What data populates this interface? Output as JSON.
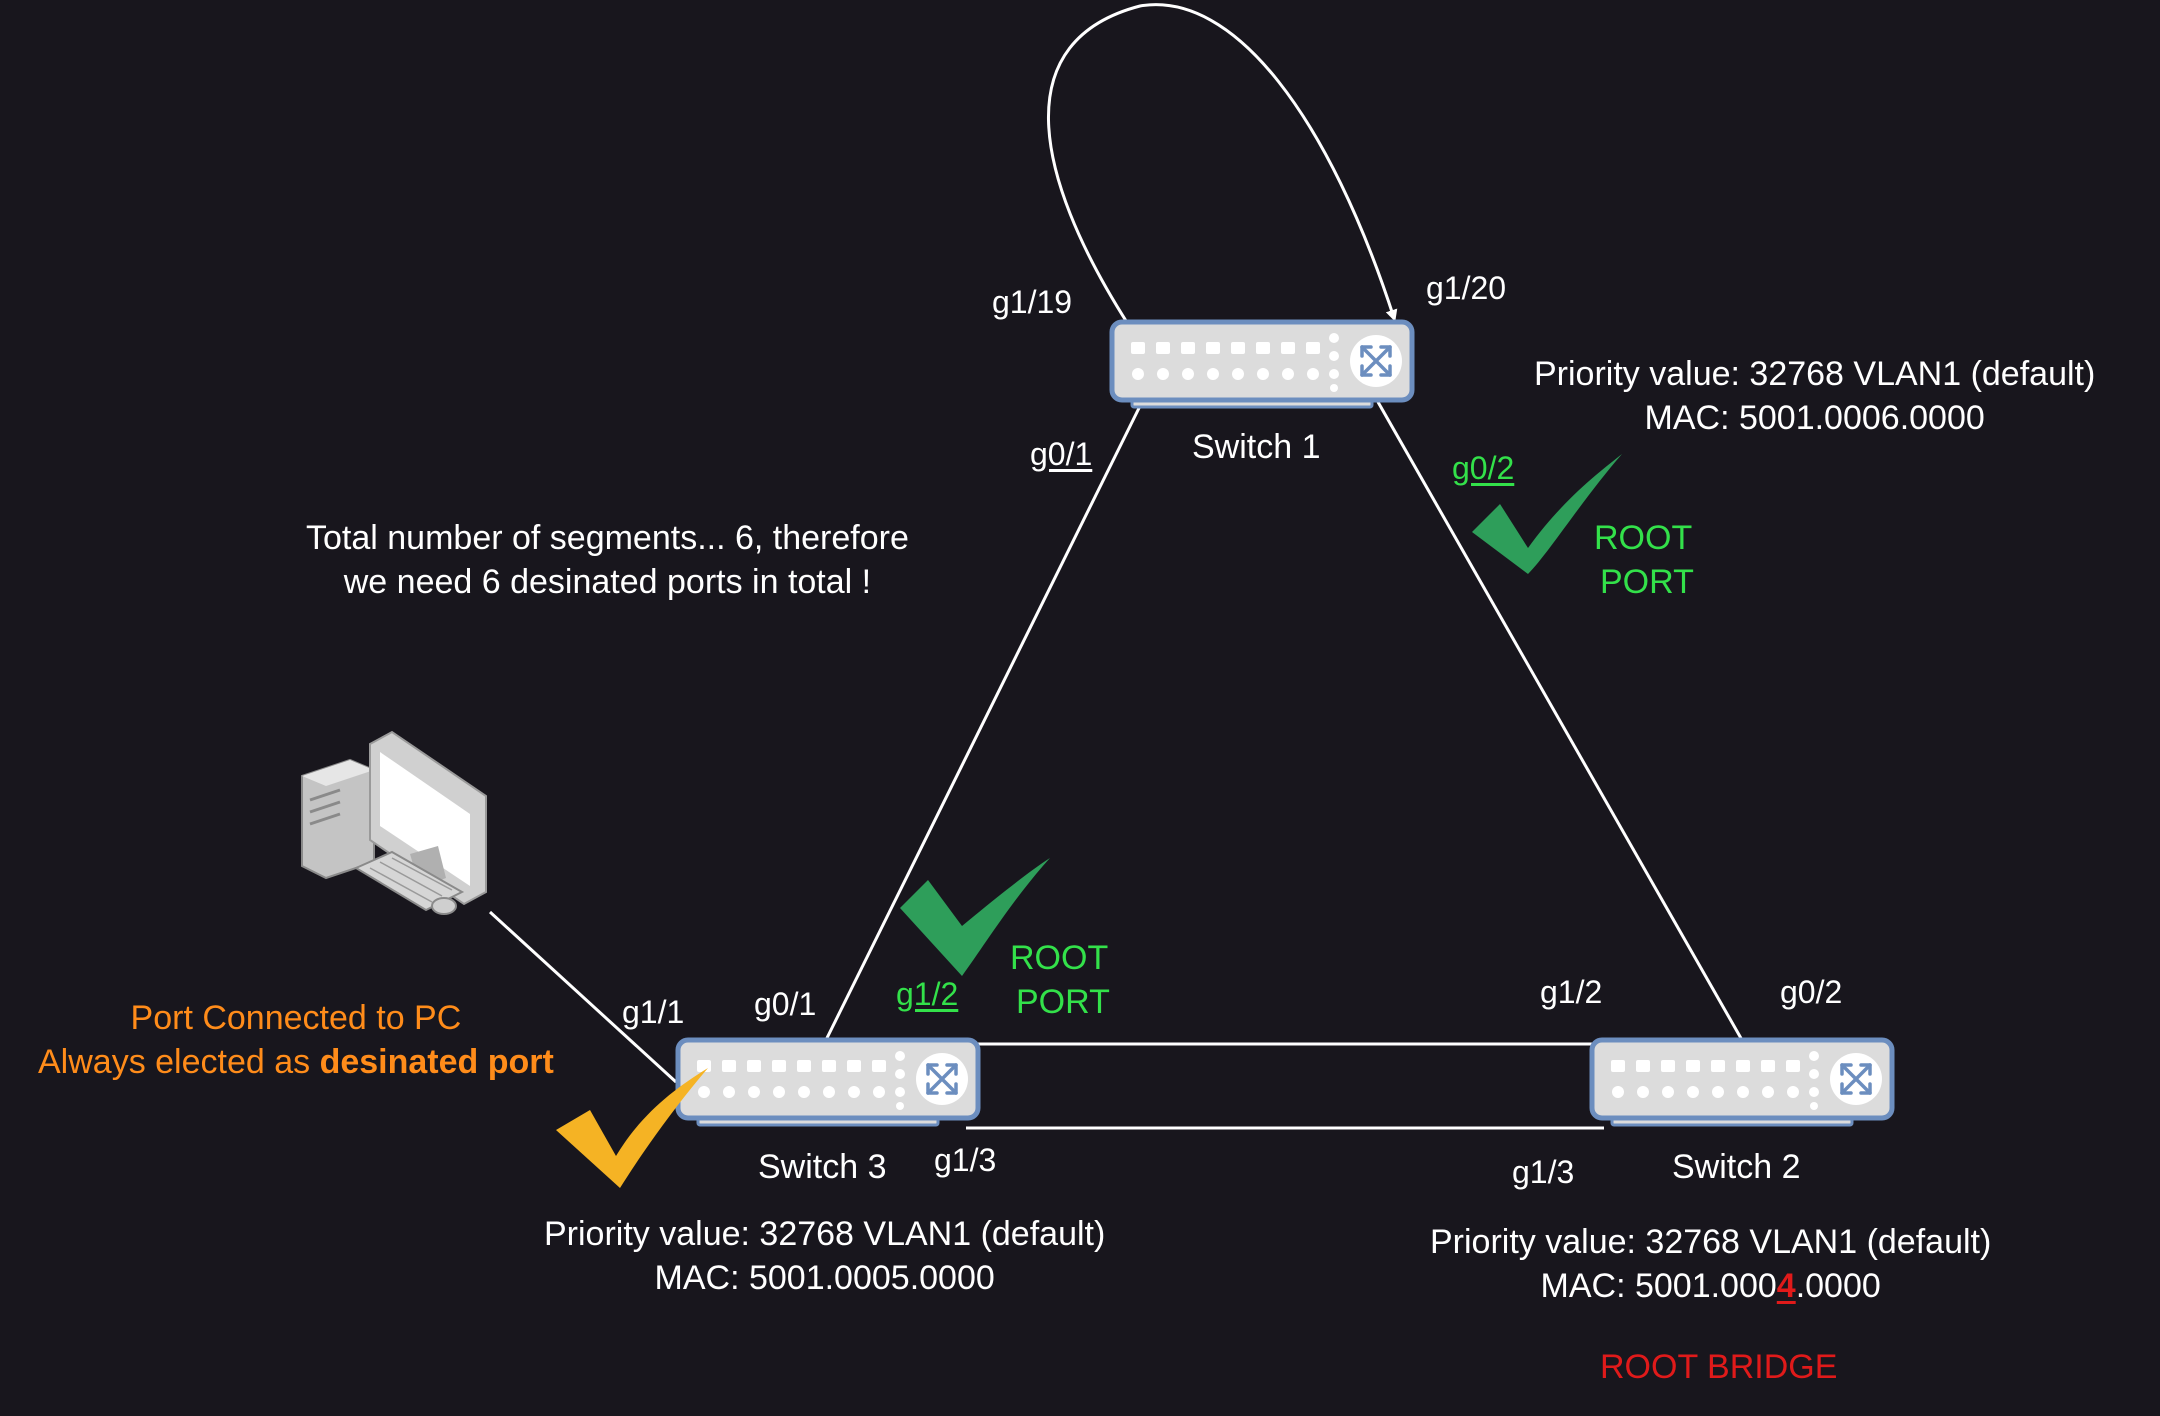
{
  "switches": {
    "s1": {
      "name": "Switch 1",
      "priority": "Priority value: 32768 VLAN1 (default)",
      "mac": "MAC: 5001.0006.0000"
    },
    "s2": {
      "name": "Switch 2",
      "priority": "Priority value: 32768 VLAN1 (default)",
      "mac_prefix": "MAC: 5001.000",
      "mac_highlight": "4",
      "mac_suffix": ".0000",
      "role": "ROOT BRIDGE"
    },
    "s3": {
      "name": "Switch 3",
      "priority": "Priority value: 32768 VLAN1 (default)",
      "mac": "MAC: 5001.0005.0000"
    }
  },
  "ports": {
    "s1_g1_19": "g1/19",
    "s1_g1_20": "g1/20",
    "s1_g0_1": "g0/1",
    "s1_g0_2": "g0/2",
    "s3_g1_1": "g1/1",
    "s3_g0_1": "g0/1",
    "s3_g1_2": "g1/2",
    "s3_g1_3": "g1/3",
    "s2_g1_2": "g1/2",
    "s2_g0_2": "g0/2",
    "s2_g1_3": "g1/3"
  },
  "root_port_labels": {
    "s1": {
      "line1": "ROOT",
      "line2": "PORT"
    },
    "s3": {
      "line1": "ROOT",
      "line2": "PORT"
    }
  },
  "segments_note": {
    "line1": "Total number of segments... 6, therefore",
    "line2": "we need 6 desinated ports in total !"
  },
  "pc_note": {
    "line1": "Port Connected to PC",
    "line2_prefix": "Always elected as ",
    "line2_bold": "desinated port"
  },
  "colors": {
    "background": "#18161d",
    "root_port_green": "#33e14a",
    "check_green": "#2e9e5a",
    "check_yellow": "#f5b324",
    "pc_note_orange": "#ff8c1a",
    "root_bridge_red": "#e01a1a",
    "switch_body": "#dcdcdc",
    "switch_border": "#6c8ebf"
  },
  "icons": [
    "switch-icon",
    "router-arrows-icon",
    "desktop-pc-icon",
    "checkmark-icon"
  ]
}
